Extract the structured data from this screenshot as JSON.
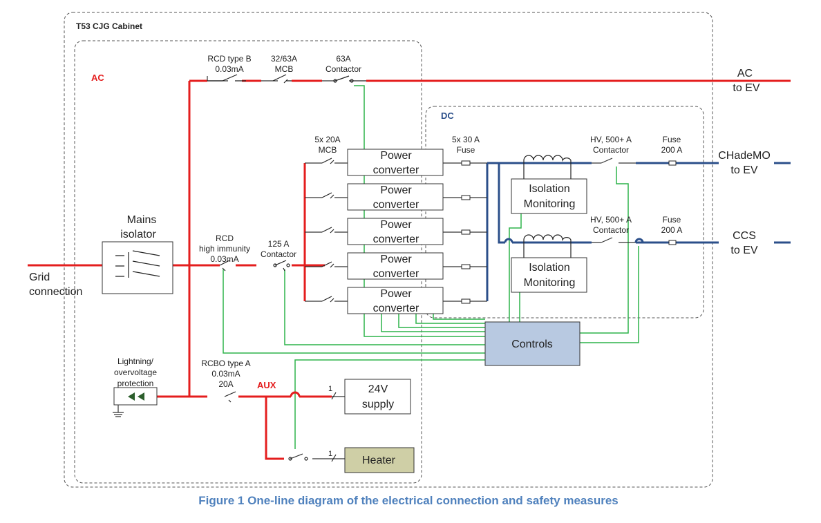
{
  "cabinet_label": "T53 CJG Cabinet",
  "zone_ac": "AC",
  "zone_dc": "DC",
  "zone_aux": "AUX",
  "grid": [
    "Grid",
    "connection"
  ],
  "mains": [
    "Mains",
    "isolator"
  ],
  "rcd_b": [
    "RCD type B",
    "0.03mA"
  ],
  "mcb_3263": [
    "32/63A",
    "MCB"
  ],
  "contactor_63": [
    "63A",
    "Contactor"
  ],
  "ac_out": [
    "AC",
    "to EV"
  ],
  "mcb_5x20": [
    "5x 20A",
    "MCB"
  ],
  "power_converter": [
    "Power",
    "converter"
  ],
  "fuse_5x30": [
    "5x 30 A",
    "Fuse"
  ],
  "iso_mon": [
    "Isolation",
    "Monitoring"
  ],
  "hv_contactor": [
    "HV, 500+ A",
    "Contactor"
  ],
  "fuse_200": [
    "Fuse",
    "200 A"
  ],
  "chademo_out": [
    "CHadeMO",
    "to EV"
  ],
  "ccs_out": [
    "CCS",
    "to EV"
  ],
  "rcd_hi": [
    "RCD",
    "high immunity",
    "0.03mA"
  ],
  "contactor_125": [
    "125 A",
    "Contactor"
  ],
  "controls": "Controls",
  "lightning": [
    "Lightning/",
    "overvoltage",
    "protection"
  ],
  "rcbo": [
    "RCBO type A",
    "0.03mA",
    "20A"
  ],
  "supply_24v": [
    "24V",
    "supply"
  ],
  "heater": "Heater",
  "one_label": "1",
  "caption": "Figure 1 One-line diagram of the electrical connection and safety measures",
  "colors": {
    "ac_line": "#e41e1e",
    "dc_line": "#2b4f8a",
    "control": "#2db34a",
    "controls_fill": "#b8c9e1",
    "heater_fill": "#cfcfa6",
    "caption": "#4f81bd"
  }
}
